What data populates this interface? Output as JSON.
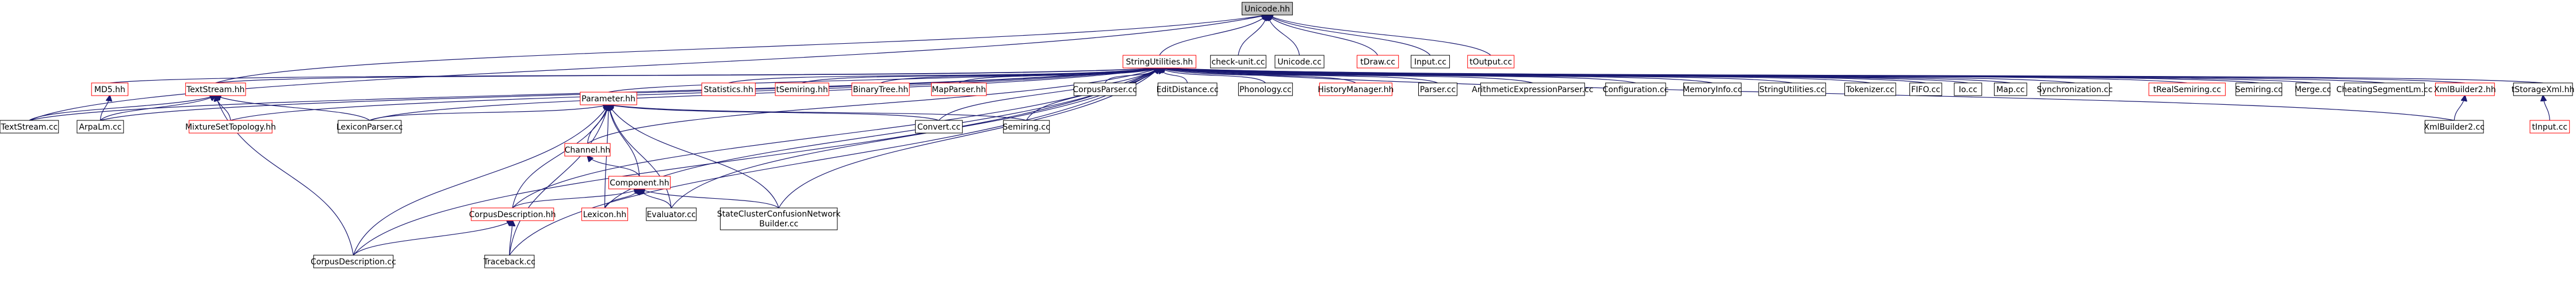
{
  "title": "",
  "nodes": [
    {
      "id": "unicode_hh",
      "label": "Unicode.hh",
      "root": true
    },
    {
      "id": "stringutilities_hh",
      "label": "StringUtilities.hh",
      "red": true
    },
    {
      "id": "check_unit_cc",
      "label": "check-unit.cc"
    },
    {
      "id": "unicode_cc",
      "label": "Unicode.cc"
    },
    {
      "id": "tdraw_cc",
      "label": "tDraw.cc",
      "red": true
    },
    {
      "id": "input_cc",
      "label": "Input.cc"
    },
    {
      "id": "toutput_cc",
      "label": "tOutput.cc",
      "red": true
    },
    {
      "id": "md5_hh",
      "label": "MD5.hh",
      "red": true
    },
    {
      "id": "textstream_hh",
      "label": "TextStream.hh",
      "red": true
    },
    {
      "id": "parameter_hh",
      "label": "Parameter.hh",
      "red": true
    },
    {
      "id": "statistics_hh",
      "label": "Statistics.hh",
      "red": true
    },
    {
      "id": "tsemiring_hh",
      "label": "tSemiring.hh",
      "red": true
    },
    {
      "id": "binarytree_hh",
      "label": "BinaryTree.hh",
      "red": true
    },
    {
      "id": "mapparser_hh",
      "label": "MapParser.hh",
      "red": true
    },
    {
      "id": "corpusparser_cc",
      "label": "CorpusParser.cc"
    },
    {
      "id": "editdistance_cc",
      "label": "EditDistance.cc"
    },
    {
      "id": "phonology_cc",
      "label": "Phonology.cc"
    },
    {
      "id": "historymanager_hh",
      "label": "HistoryManager.hh",
      "red": true
    },
    {
      "id": "parser_cc",
      "label": "Parser.cc"
    },
    {
      "id": "arithmeticexpressionparser_cc",
      "label": "ArithmeticExpressionParser.cc"
    },
    {
      "id": "configuration_cc",
      "label": "Configuration.cc"
    },
    {
      "id": "memoryinfo_cc",
      "label": "MemoryInfo.cc"
    },
    {
      "id": "stringutilities_cc",
      "label": "StringUtilities.cc"
    },
    {
      "id": "tokenizer_cc",
      "label": "Tokenizer.cc"
    },
    {
      "id": "fifo_cc",
      "label": "FIFO.cc"
    },
    {
      "id": "io_cc",
      "label": "Io.cc"
    },
    {
      "id": "map_cc",
      "label": "Map.cc"
    },
    {
      "id": "synchronization_cc",
      "label": "Synchronization.cc"
    },
    {
      "id": "trealsemiring_cc",
      "label": "tRealSemiring.cc",
      "red": true
    },
    {
      "id": "semiring_cc",
      "label": "Semiring.cc"
    },
    {
      "id": "merge_cc",
      "label": "Merge.cc"
    },
    {
      "id": "cheatingsegmentlm_cc",
      "label": "CheatingSegmentLm.cc"
    },
    {
      "id": "xmlbuilder2_hh",
      "label": "XmlBuilder2.hh",
      "red": true
    },
    {
      "id": "tstoragexml_hh",
      "label": "tStorageXml.hh"
    },
    {
      "id": "textstream_cc",
      "label": "TextStream.cc"
    },
    {
      "id": "arpalm_cc",
      "label": "ArpaLm.cc"
    },
    {
      "id": "mixturesettopology_hh",
      "label": "MixtureSetTopology.hh",
      "red": true
    },
    {
      "id": "lexiconparser_cc",
      "label": "LexiconParser.cc"
    },
    {
      "id": "channel_hh",
      "label": "Channel.hh",
      "red": true
    },
    {
      "id": "convert_cc",
      "label": "Convert.cc"
    },
    {
      "id": "semiring_cc2",
      "label": "Semiring.cc"
    },
    {
      "id": "xmlbuilder2_cc",
      "label": "XmlBuilder2.cc"
    },
    {
      "id": "tinput_cc",
      "label": "tInput.cc",
      "red": true
    },
    {
      "id": "component_hh",
      "label": "Component.hh",
      "red": true
    },
    {
      "id": "corpusdescription_hh",
      "label": "CorpusDescription.hh",
      "red": true
    },
    {
      "id": "lexicon_hh",
      "label": "Lexicon.hh",
      "red": true
    },
    {
      "id": "evaluator_cc",
      "label": "Evaluator.cc"
    },
    {
      "id": "stateclusterconfusionnetworkbuilder_cc",
      "label": "StateClusterConfusionNetworkBuilder.cc"
    },
    {
      "id": "corpusdescription_cc",
      "label": "CorpusDescription.cc"
    },
    {
      "id": "traceback_cc",
      "label": "Traceback.cc"
    }
  ],
  "edges": [
    [
      "unicode_hh",
      "stringutilities_hh"
    ],
    [
      "unicode_hh",
      "check_unit_cc"
    ],
    [
      "unicode_hh",
      "unicode_cc"
    ],
    [
      "unicode_hh",
      "tdraw_cc"
    ],
    [
      "unicode_hh",
      "input_cc"
    ],
    [
      "unicode_hh",
      "toutput_cc"
    ],
    [
      "unicode_hh",
      "textstream_cc"
    ],
    [
      "unicode_hh",
      "textstream_hh"
    ],
    [
      "stringutilities_hh",
      "md5_hh"
    ],
    [
      "stringutilities_hh",
      "textstream_hh"
    ],
    [
      "stringutilities_hh",
      "parameter_hh"
    ],
    [
      "stringutilities_hh",
      "statistics_hh"
    ],
    [
      "stringutilities_hh",
      "tsemiring_hh"
    ],
    [
      "stringutilities_hh",
      "binarytree_hh"
    ],
    [
      "stringutilities_hh",
      "mapparser_hh"
    ],
    [
      "stringutilities_hh",
      "corpusparser_cc"
    ],
    [
      "stringutilities_hh",
      "editdistance_cc"
    ],
    [
      "stringutilities_hh",
      "phonology_cc"
    ],
    [
      "stringutilities_hh",
      "historymanager_hh"
    ],
    [
      "stringutilities_hh",
      "parser_cc"
    ],
    [
      "stringutilities_hh",
      "arithmeticexpressionparser_cc"
    ],
    [
      "stringutilities_hh",
      "configuration_cc"
    ],
    [
      "stringutilities_hh",
      "memoryinfo_cc"
    ],
    [
      "stringutilities_hh",
      "stringutilities_cc"
    ],
    [
      "stringutilities_hh",
      "tokenizer_cc"
    ],
    [
      "stringutilities_hh",
      "fifo_cc"
    ],
    [
      "stringutilities_hh",
      "io_cc"
    ],
    [
      "stringutilities_hh",
      "map_cc"
    ],
    [
      "stringutilities_hh",
      "synchronization_cc"
    ],
    [
      "stringutilities_hh",
      "trealsemiring_cc"
    ],
    [
      "stringutilities_hh",
      "semiring_cc"
    ],
    [
      "stringutilities_hh",
      "merge_cc"
    ],
    [
      "stringutilities_hh",
      "cheatingsegmentlm_cc"
    ],
    [
      "stringutilities_hh",
      "xmlbuilder2_hh"
    ],
    [
      "stringutilities_hh",
      "tstoragexml_hh"
    ],
    [
      "stringutilities_hh",
      "textstream_cc"
    ],
    [
      "stringutilities_hh",
      "arpalm_cc"
    ],
    [
      "stringutilities_hh",
      "mixturesettopology_hh"
    ],
    [
      "stringutilities_hh",
      "lexiconparser_cc"
    ],
    [
      "stringutilities_hh",
      "channel_hh"
    ],
    [
      "stringutilities_hh",
      "convert_cc"
    ],
    [
      "stringutilities_hh",
      "semiring_cc2"
    ],
    [
      "stringutilities_hh",
      "xmlbuilder2_cc"
    ],
    [
      "stringutilities_hh",
      "corpusdescription_hh"
    ],
    [
      "stringutilities_hh",
      "lexicon_hh"
    ],
    [
      "stringutilities_hh",
      "evaluator_cc"
    ],
    [
      "stringutilities_hh",
      "stateclusterconfusionnetworkbuilder_cc"
    ],
    [
      "stringutilities_hh",
      "corpusdescription_cc"
    ],
    [
      "stringutilities_hh",
      "traceback_cc"
    ],
    [
      "md5_hh",
      "arpalm_cc"
    ],
    [
      "textstream_hh",
      "textstream_cc"
    ],
    [
      "textstream_hh",
      "arpalm_cc"
    ],
    [
      "textstream_hh",
      "mixturesettopology_hh"
    ],
    [
      "textstream_hh",
      "lexiconparser_cc"
    ],
    [
      "textstream_hh",
      "corpusdescription_cc"
    ],
    [
      "parameter_hh",
      "channel_hh"
    ],
    [
      "parameter_hh",
      "component_hh"
    ],
    [
      "parameter_hh",
      "convert_cc"
    ],
    [
      "parameter_hh",
      "semiring_cc2"
    ],
    [
      "parameter_hh",
      "lexiconparser_cc"
    ],
    [
      "parameter_hh",
      "corpusdescription_hh"
    ],
    [
      "parameter_hh",
      "lexicon_hh"
    ],
    [
      "parameter_hh",
      "evaluator_cc"
    ],
    [
      "parameter_hh",
      "stateclusterconfusionnetworkbuilder_cc"
    ],
    [
      "parameter_hh",
      "traceback_cc"
    ],
    [
      "parameter_hh",
      "corpusdescription_cc"
    ],
    [
      "channel_hh",
      "component_hh"
    ],
    [
      "component_hh",
      "corpusdescription_hh"
    ],
    [
      "component_hh",
      "lexicon_hh"
    ],
    [
      "component_hh",
      "evaluator_cc"
    ],
    [
      "component_hh",
      "stateclusterconfusionnetworkbuilder_cc"
    ],
    [
      "corpusdescription_hh",
      "corpusdescription_cc"
    ],
    [
      "corpusdescription_hh",
      "traceback_cc"
    ],
    [
      "xmlbuilder2_hh",
      "xmlbuilder2_cc"
    ],
    [
      "tstoragexml_hh",
      "tinput_cc"
    ]
  ]
}
